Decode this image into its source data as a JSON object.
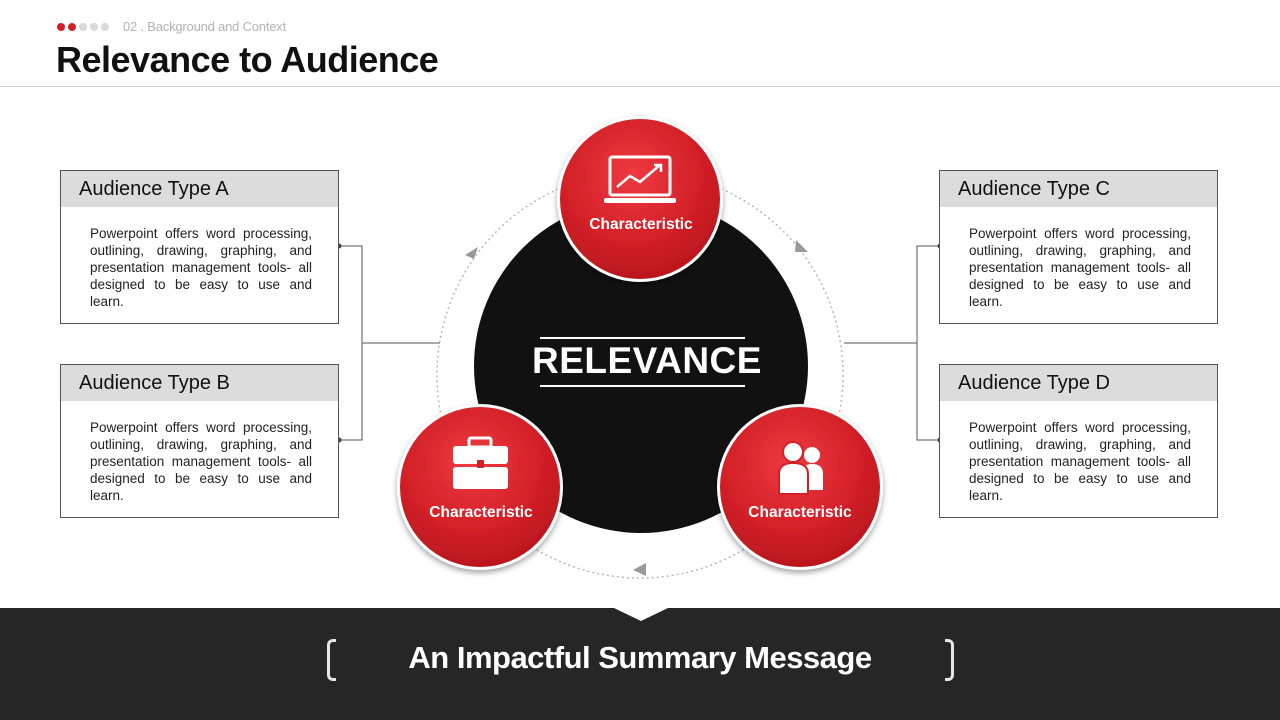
{
  "header": {
    "section_label": "02 . Background and Context",
    "title": "Relevance to Audience",
    "progress": {
      "total": 5,
      "active": 2
    }
  },
  "audiences": {
    "a": {
      "title": "Audience Type A",
      "text": "Powerpoint offers word processing, outlining, drawing, graphing, and presentation management tools- all designed to be easy to use and learn."
    },
    "b": {
      "title": "Audience Type B",
      "text": "Powerpoint offers word processing, outlining, drawing, graphing, and presentation management tools- all designed to be easy to use and learn."
    },
    "c": {
      "title": "Audience Type C",
      "text": "Powerpoint offers word processing, outlining, drawing, graphing, and presentation management tools- all designed to be easy to use and learn."
    },
    "d": {
      "title": "Audience Type D",
      "text": "Powerpoint offers word processing, outlining, drawing, graphing, and presentation management tools- all designed to be easy to use and learn."
    }
  },
  "center": {
    "label": "RELEVANCE",
    "characteristics": {
      "top": {
        "label": "Characteristic",
        "icon": "laptop-chart-icon"
      },
      "left": {
        "label": "Characteristic",
        "icon": "briefcase-icon"
      },
      "right": {
        "label": "Characteristic",
        "icon": "users-icon"
      }
    }
  },
  "footer": {
    "summary": "An Impactful Summary Message"
  },
  "colors": {
    "accent": "#d32027",
    "dark": "#262626",
    "center": "#111111",
    "header_fill": "#dcdcdc"
  }
}
